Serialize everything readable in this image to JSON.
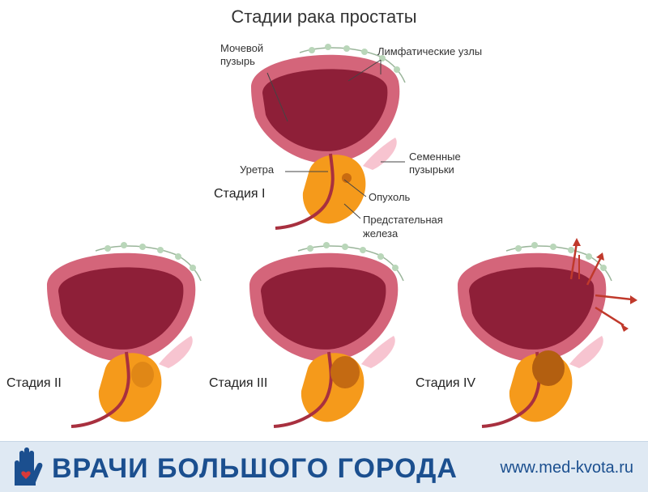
{
  "title": "Стадии рака простаты",
  "labels": {
    "bladder_l1": "Мочевой",
    "bladder_l2": "пузырь",
    "lymph": "Лимфатические узлы",
    "seminal_l1": "Семенные",
    "seminal_l2": "пузырьки",
    "urethra": "Уретра",
    "tumor": "Опухоль",
    "prostate_l1": "Предстательная",
    "prostate_l2": "железа"
  },
  "stages": {
    "s1": "Стадия I",
    "s2": "Стадия II",
    "s3": "Стадия III",
    "s4": "Стадия IV"
  },
  "footer": {
    "brand": "ВРАЧИ БОЛЬШОГО ГОРОДА",
    "site": "www.med-kvota.ru"
  },
  "colors": {
    "bladder_outer": "#d4657a",
    "bladder_inner": "#8e1f38",
    "prostate": "#f59a1b",
    "urethra": "#a8303f",
    "seminal": "#f7c4d0",
    "lymph": "#b9d6b9",
    "metastasis": "#c0392b",
    "brand": "#1b4f8f"
  }
}
